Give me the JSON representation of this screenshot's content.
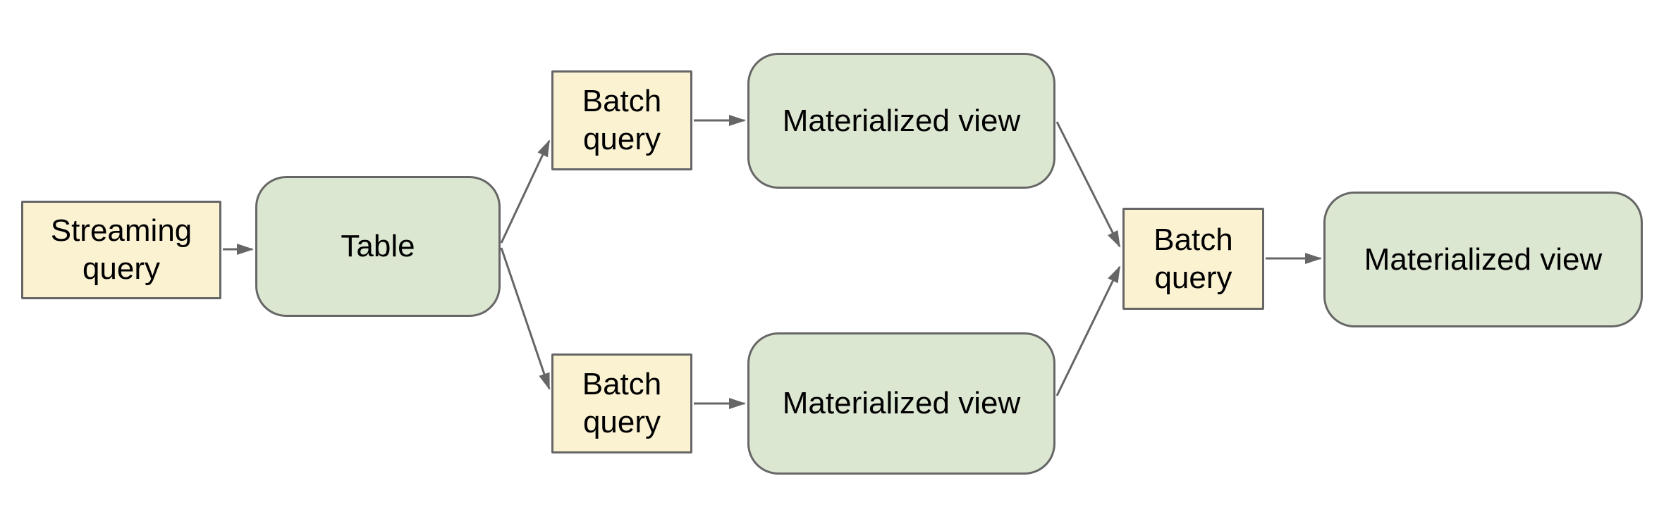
{
  "nodes": {
    "streaming_query": {
      "label": "Streaming query",
      "kind": "query"
    },
    "table": {
      "label": "Table",
      "kind": "dataset"
    },
    "batch_query_top": {
      "label": "Batch query",
      "kind": "query"
    },
    "materialized_view_top": {
      "label": "Materialized view",
      "kind": "dataset"
    },
    "batch_query_bottom": {
      "label": "Batch query",
      "kind": "query"
    },
    "materialized_view_bottom": {
      "label": "Materialized view",
      "kind": "dataset"
    },
    "batch_query_final": {
      "label": "Batch query",
      "kind": "query"
    },
    "materialized_view_final": {
      "label": "Materialized view",
      "kind": "dataset"
    }
  },
  "edges": [
    {
      "from": "streaming_query",
      "to": "table"
    },
    {
      "from": "table",
      "to": "batch_query_top"
    },
    {
      "from": "table",
      "to": "batch_query_bottom"
    },
    {
      "from": "batch_query_top",
      "to": "materialized_view_top"
    },
    {
      "from": "batch_query_bottom",
      "to": "materialized_view_bottom"
    },
    {
      "from": "materialized_view_top",
      "to": "batch_query_final"
    },
    {
      "from": "materialized_view_bottom",
      "to": "batch_query_final"
    },
    {
      "from": "batch_query_final",
      "to": "materialized_view_final"
    }
  ],
  "colors": {
    "query_fill": "#FBF2D2",
    "dataset_fill": "#DCE7D2",
    "stroke": "#666666",
    "text": "#000000",
    "background": "#FFFFFF"
  }
}
